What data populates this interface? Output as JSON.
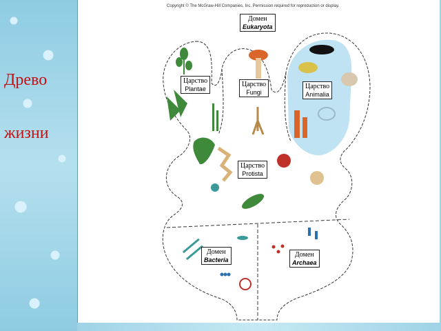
{
  "slide": {
    "title_line1": "Древо",
    "title_line2": "жизни"
  },
  "figure": {
    "copyright": "Copyright © The McGraw-Hill Companies, Inc. Permission required for reproduction or display.",
    "labels": {
      "eukaryota": {
        "ru": "Домен",
        "lat": "Eukaryota"
      },
      "plantae": {
        "ru": "Царство",
        "lat": "Plantae"
      },
      "fungi": {
        "ru": "Царство",
        "lat": "Fungi"
      },
      "animalia": {
        "ru": "Царство",
        "lat": "Animalia"
      },
      "protista": {
        "ru": "Царство",
        "lat": "Protista"
      },
      "bacteria": {
        "ru": "Домен",
        "lat": "Bacteria"
      },
      "archaea": {
        "ru": "Домен",
        "lat": "Archaea"
      }
    },
    "colors": {
      "animalia_fill": "#bfe3f2",
      "plant_green": "#3e8a3a",
      "fungi_orange": "#d9652a",
      "protist_tan": "#d9b27a",
      "bacteria_teal": "#3a9a9a",
      "archaea_red": "#c0302a"
    }
  }
}
